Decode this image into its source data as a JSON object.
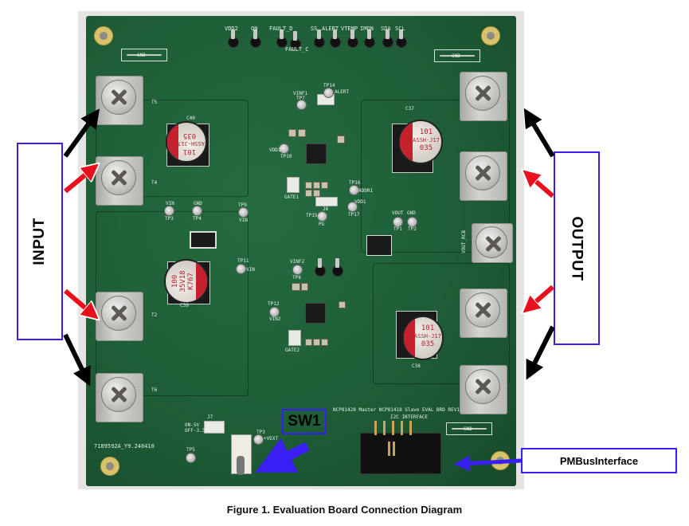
{
  "figure": {
    "caption": "Figure 1. Evaluation Board Connection Diagram"
  },
  "labels": {
    "input": "INPUT",
    "output": "OUTPUT",
    "sw1": "SW1",
    "pmbus": "PMBusInterface"
  },
  "board": {
    "header_pins": [
      "VDD2",
      "ON",
      "FAULT_D",
      "SS",
      "ALERT",
      "VTEMP",
      "IMON",
      "SDA",
      "SCL"
    ],
    "header_sub_label": "FAULT_C",
    "gnd_left": "GND",
    "gnd_right": "GND",
    "gnd_bottom": "GND",
    "board_title": "NCP81428 Master NCP81418 Slave EVAL BRD REV1",
    "i2c_label": "I2C INTERFACE",
    "serial": "7189592A_Y9.240410",
    "vext": "+VEXT",
    "vout_rcb": "VOUT_RCB",
    "terminal_labels": [
      "T5",
      "T4",
      "T2",
      "T6"
    ],
    "cap_labels": [
      "C40",
      "C39",
      "C37",
      "C38"
    ],
    "cap_left_text": [
      "101",
      "ASSH-J17",
      "035"
    ],
    "cap_mid_text": [
      "100",
      "35V18",
      "K767"
    ],
    "cap_right_text": [
      "101",
      "ASSH-J17",
      "035"
    ],
    "testpoints": [
      "TP7",
      "TP10",
      "TP14",
      "TP16",
      "TP17",
      "TP15",
      "TP3",
      "TP4",
      "TP9",
      "TP11",
      "TP8",
      "TP12",
      "TP1",
      "TP2",
      "TP5",
      "TP3"
    ],
    "tp_names": [
      "VINF1",
      "VDD1",
      "ALERT",
      "ADDR1",
      "VDD1",
      "PG",
      "VIN",
      "GND",
      "VIN",
      "VIN",
      "VINF2",
      "VIN2",
      "VOUT",
      "GND"
    ],
    "connectors": [
      "GATE1",
      "GATE2",
      "J6",
      "J7"
    ],
    "switch_text": [
      "ON-5V",
      "OFF-3.3V"
    ]
  },
  "colors": {
    "pcb": "#1d5a35",
    "label_border": "#3a1ff5",
    "arrow_black": "#000000",
    "arrow_red": "#e8101c",
    "arrow_blue": "#3a1ff5"
  }
}
